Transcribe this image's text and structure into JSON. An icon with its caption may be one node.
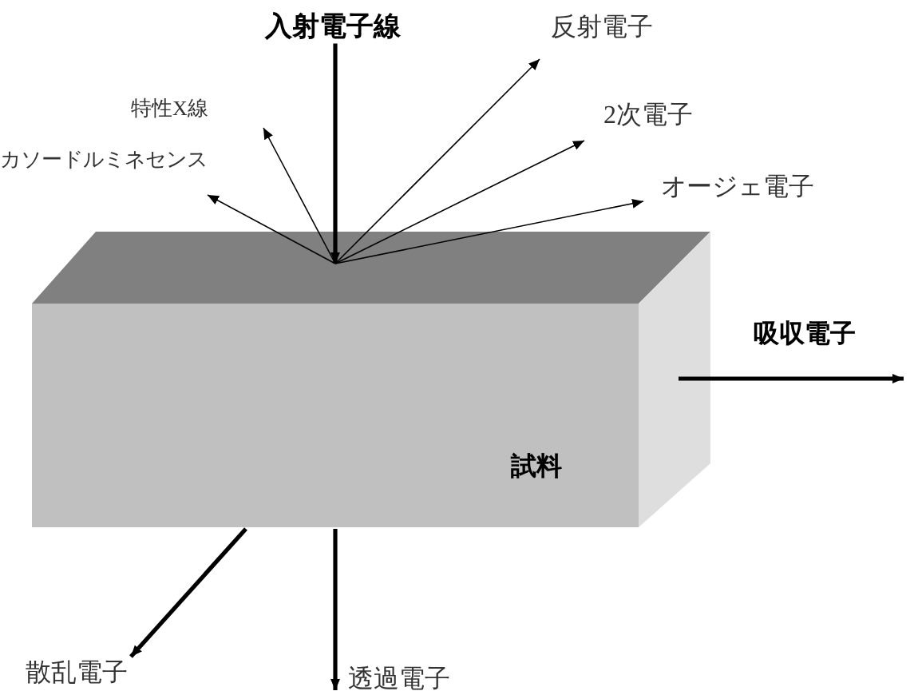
{
  "diagram": {
    "nodes": [
      {
        "text": [
          "入射電子線"
        ]
      },
      {
        "text": [
          "試料"
        ]
      },
      {
        "text": [
          "反射電子"
        ]
      },
      {
        "text": [
          "特性X線"
        ]
      },
      {
        "text": [
          "2次電子"
        ]
      },
      {
        "text": [
          "カソードルミネセンス"
        ]
      },
      {
        "text": [
          "オージェ電子"
        ]
      },
      {
        "text": [
          "吸収電子"
        ]
      },
      {
        "text": [
          "散乱電子"
        ]
      },
      {
        "text": [
          "透過電子"
        ]
      }
    ],
    "edges": [
      {
        "from": 0,
        "to": 1,
        "arrow": "to",
        "style": "thick"
      },
      {
        "from": 1,
        "to": 2,
        "arrow": "to"
      },
      {
        "from": 1,
        "to": 3,
        "arrow": "to"
      },
      {
        "from": 1,
        "to": 4,
        "arrow": "to"
      },
      {
        "from": 1,
        "to": 5,
        "arrow": "to"
      },
      {
        "from": 1,
        "to": 6,
        "arrow": "to"
      },
      {
        "from": 1,
        "to": 7,
        "arrow": "to",
        "style": "thick"
      },
      {
        "from": 1,
        "to": 8,
        "arrow": "to",
        "style": "thick"
      },
      {
        "from": 1,
        "to": 9,
        "arrow": "to",
        "style": "thick"
      }
    ]
  }
}
